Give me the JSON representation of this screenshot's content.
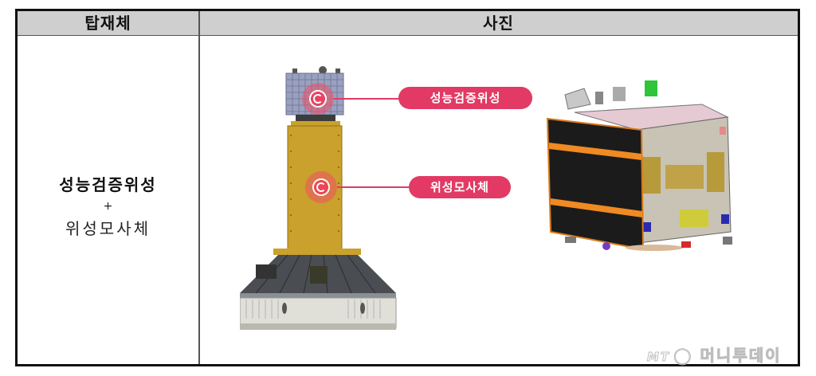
{
  "table": {
    "headers": [
      "탑재체",
      "사진"
    ],
    "row": {
      "payload_title": "성능검증위성",
      "plus": "+",
      "payload_sub": "위성모사체"
    }
  },
  "image": {
    "labels": [
      {
        "text": "성능검증위성",
        "target": "top-satellite-module"
      },
      {
        "text": "위성모사체",
        "target": "dummy-satellite-module"
      }
    ],
    "colors": {
      "label_bg": "#e23a64",
      "header_bg": "#cfcfcf",
      "mass_simulator": "#c9a12c",
      "solar_panel": "#1a1a1a",
      "solar_stripe": "#f08a22",
      "satellite_body": "#c8c3b4"
    }
  },
  "watermark": {
    "logo": "MT",
    "text": "머니투데이"
  }
}
